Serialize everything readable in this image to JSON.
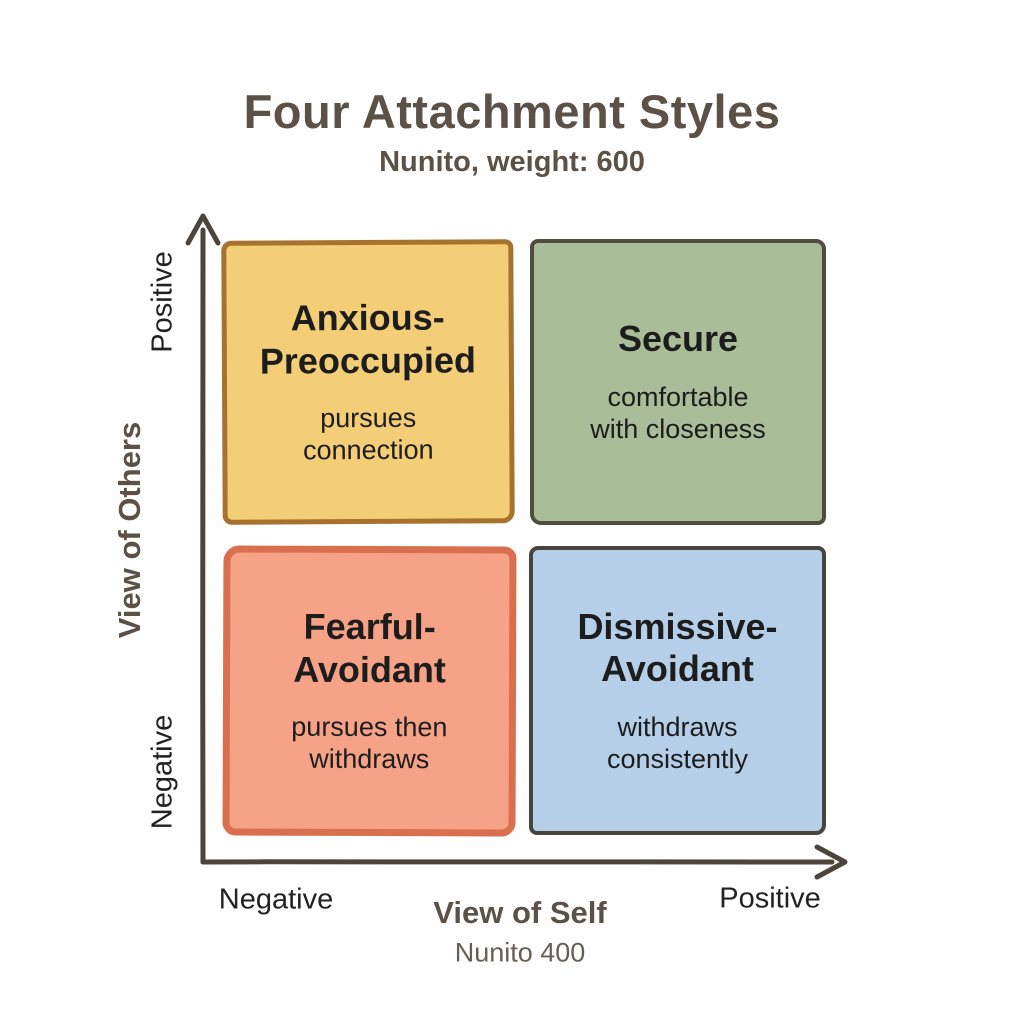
{
  "header": {
    "title": "Four Attachment Styles",
    "subtitle": "Nunito, weight: 600"
  },
  "y_axis": {
    "label": "View of Others",
    "top_tick": "Positive",
    "bottom_tick": "Negative"
  },
  "x_axis": {
    "label": "View of Self",
    "sublabel": "Nunito 400",
    "left_tick": "Negative",
    "right_tick": "Positive"
  },
  "quadrants": [
    {
      "name": "anxious-preoccupied",
      "title": "Anxious-\nPreoccupied",
      "description": "pursues\nconnection",
      "fill": "#f3ce77",
      "border": "#a7712e"
    },
    {
      "name": "secure",
      "title": "Secure",
      "description": "comfortable\nwith closeness",
      "fill": "#a9bd98",
      "border": "#514c3e"
    },
    {
      "name": "fearful-avoidant",
      "title": "Fearful-\nAvoidant",
      "description": "pursues then\nwithdraws",
      "fill": "#f5a287",
      "border": "#d96f4e"
    },
    {
      "name": "dismissive-avoidant",
      "title": "Dismissive-\nAvoidant",
      "description": "withdraws\nconsistently",
      "fill": "#b6cfe9",
      "border": "#49443b"
    }
  ],
  "colors": {
    "heading": "#5b5147",
    "tick-text": "#222222",
    "quad-text": "#1d1d1d",
    "axis-line": "#4b453d",
    "background": "#fefefe"
  }
}
